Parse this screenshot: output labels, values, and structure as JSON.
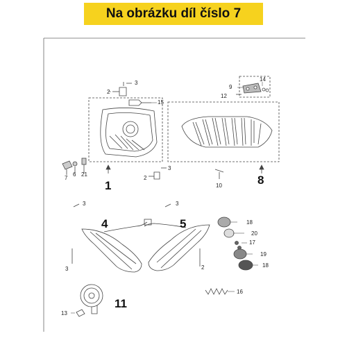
{
  "banner": {
    "title": "Na obrázku díl číslo 7"
  },
  "labels": {
    "n1": "1",
    "n2": "2",
    "n2b": "2",
    "n3": "3",
    "n3a": "3",
    "n3b": "3",
    "n3c": "3",
    "n3d": "3",
    "n4": "4",
    "n5": "5",
    "n6": "6",
    "n7": "7",
    "n8": "8",
    "n9": "9",
    "n10": "10",
    "n11": "11",
    "n12": "12",
    "n13": "13",
    "n14": "14",
    "n15": "15",
    "n16": "16",
    "n17": "17",
    "n18a": "18",
    "n18b": "18",
    "n19": "19",
    "n20": "20",
    "n21": "21"
  },
  "colors": {
    "banner": "#f6d21e",
    "line": "#333333"
  }
}
